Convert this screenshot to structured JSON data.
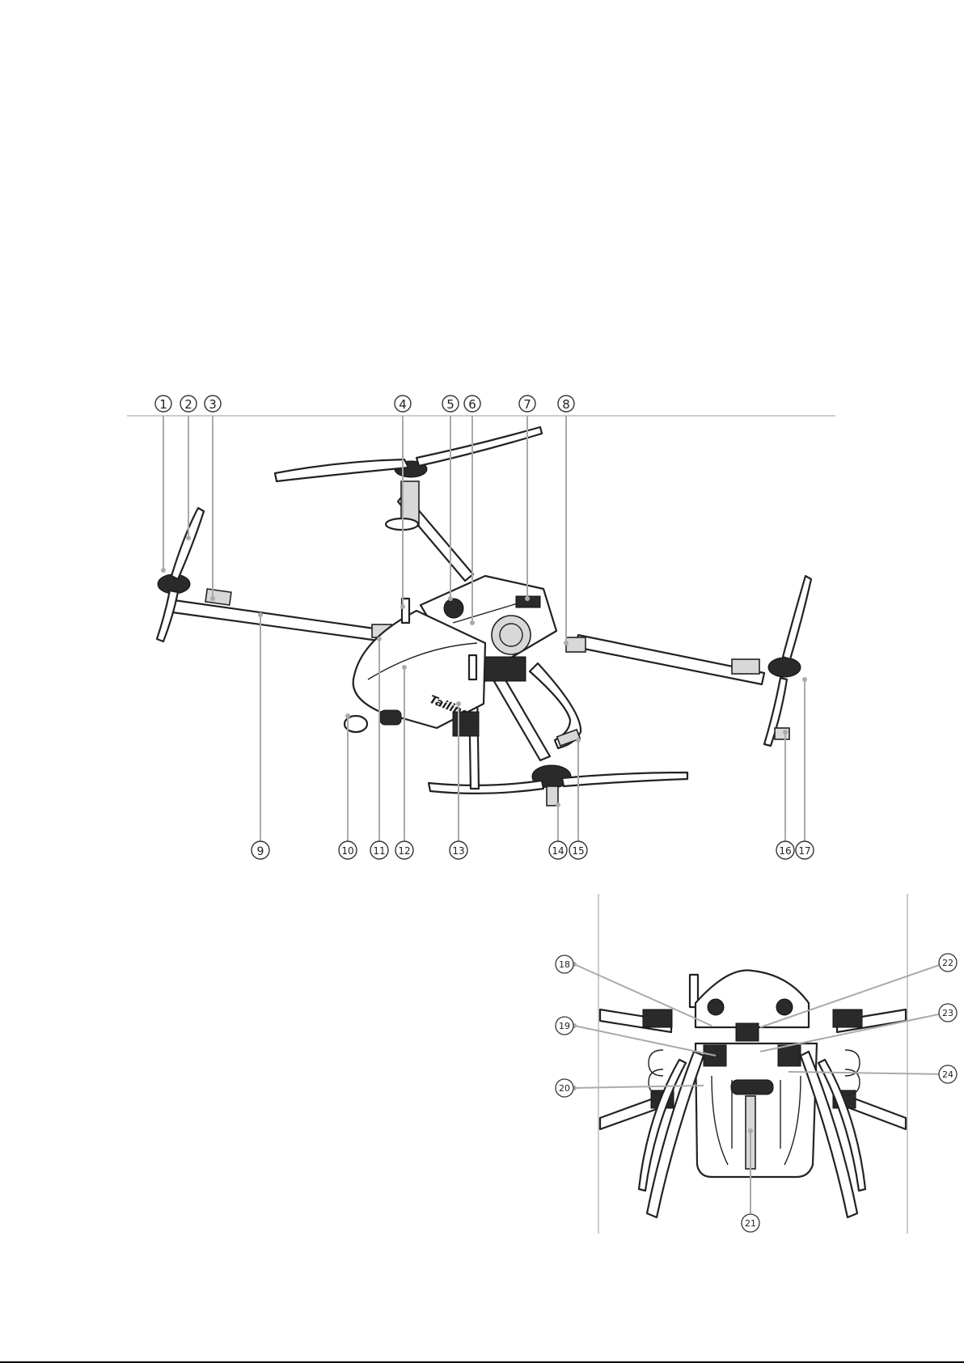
{
  "diagram": {
    "top_callouts": [
      "1",
      "2",
      "3",
      "4",
      "5",
      "6",
      "7",
      "8"
    ],
    "bottom_callouts": [
      "9",
      "10",
      "11",
      "12",
      "13",
      "14",
      "15",
      "16",
      "17"
    ],
    "detail_callouts_left": [
      "18",
      "19",
      "20"
    ],
    "detail_callouts_right": [
      "22",
      "23",
      "24"
    ],
    "detail_callout_bottom": "21",
    "brand_mark": "Tailing"
  }
}
